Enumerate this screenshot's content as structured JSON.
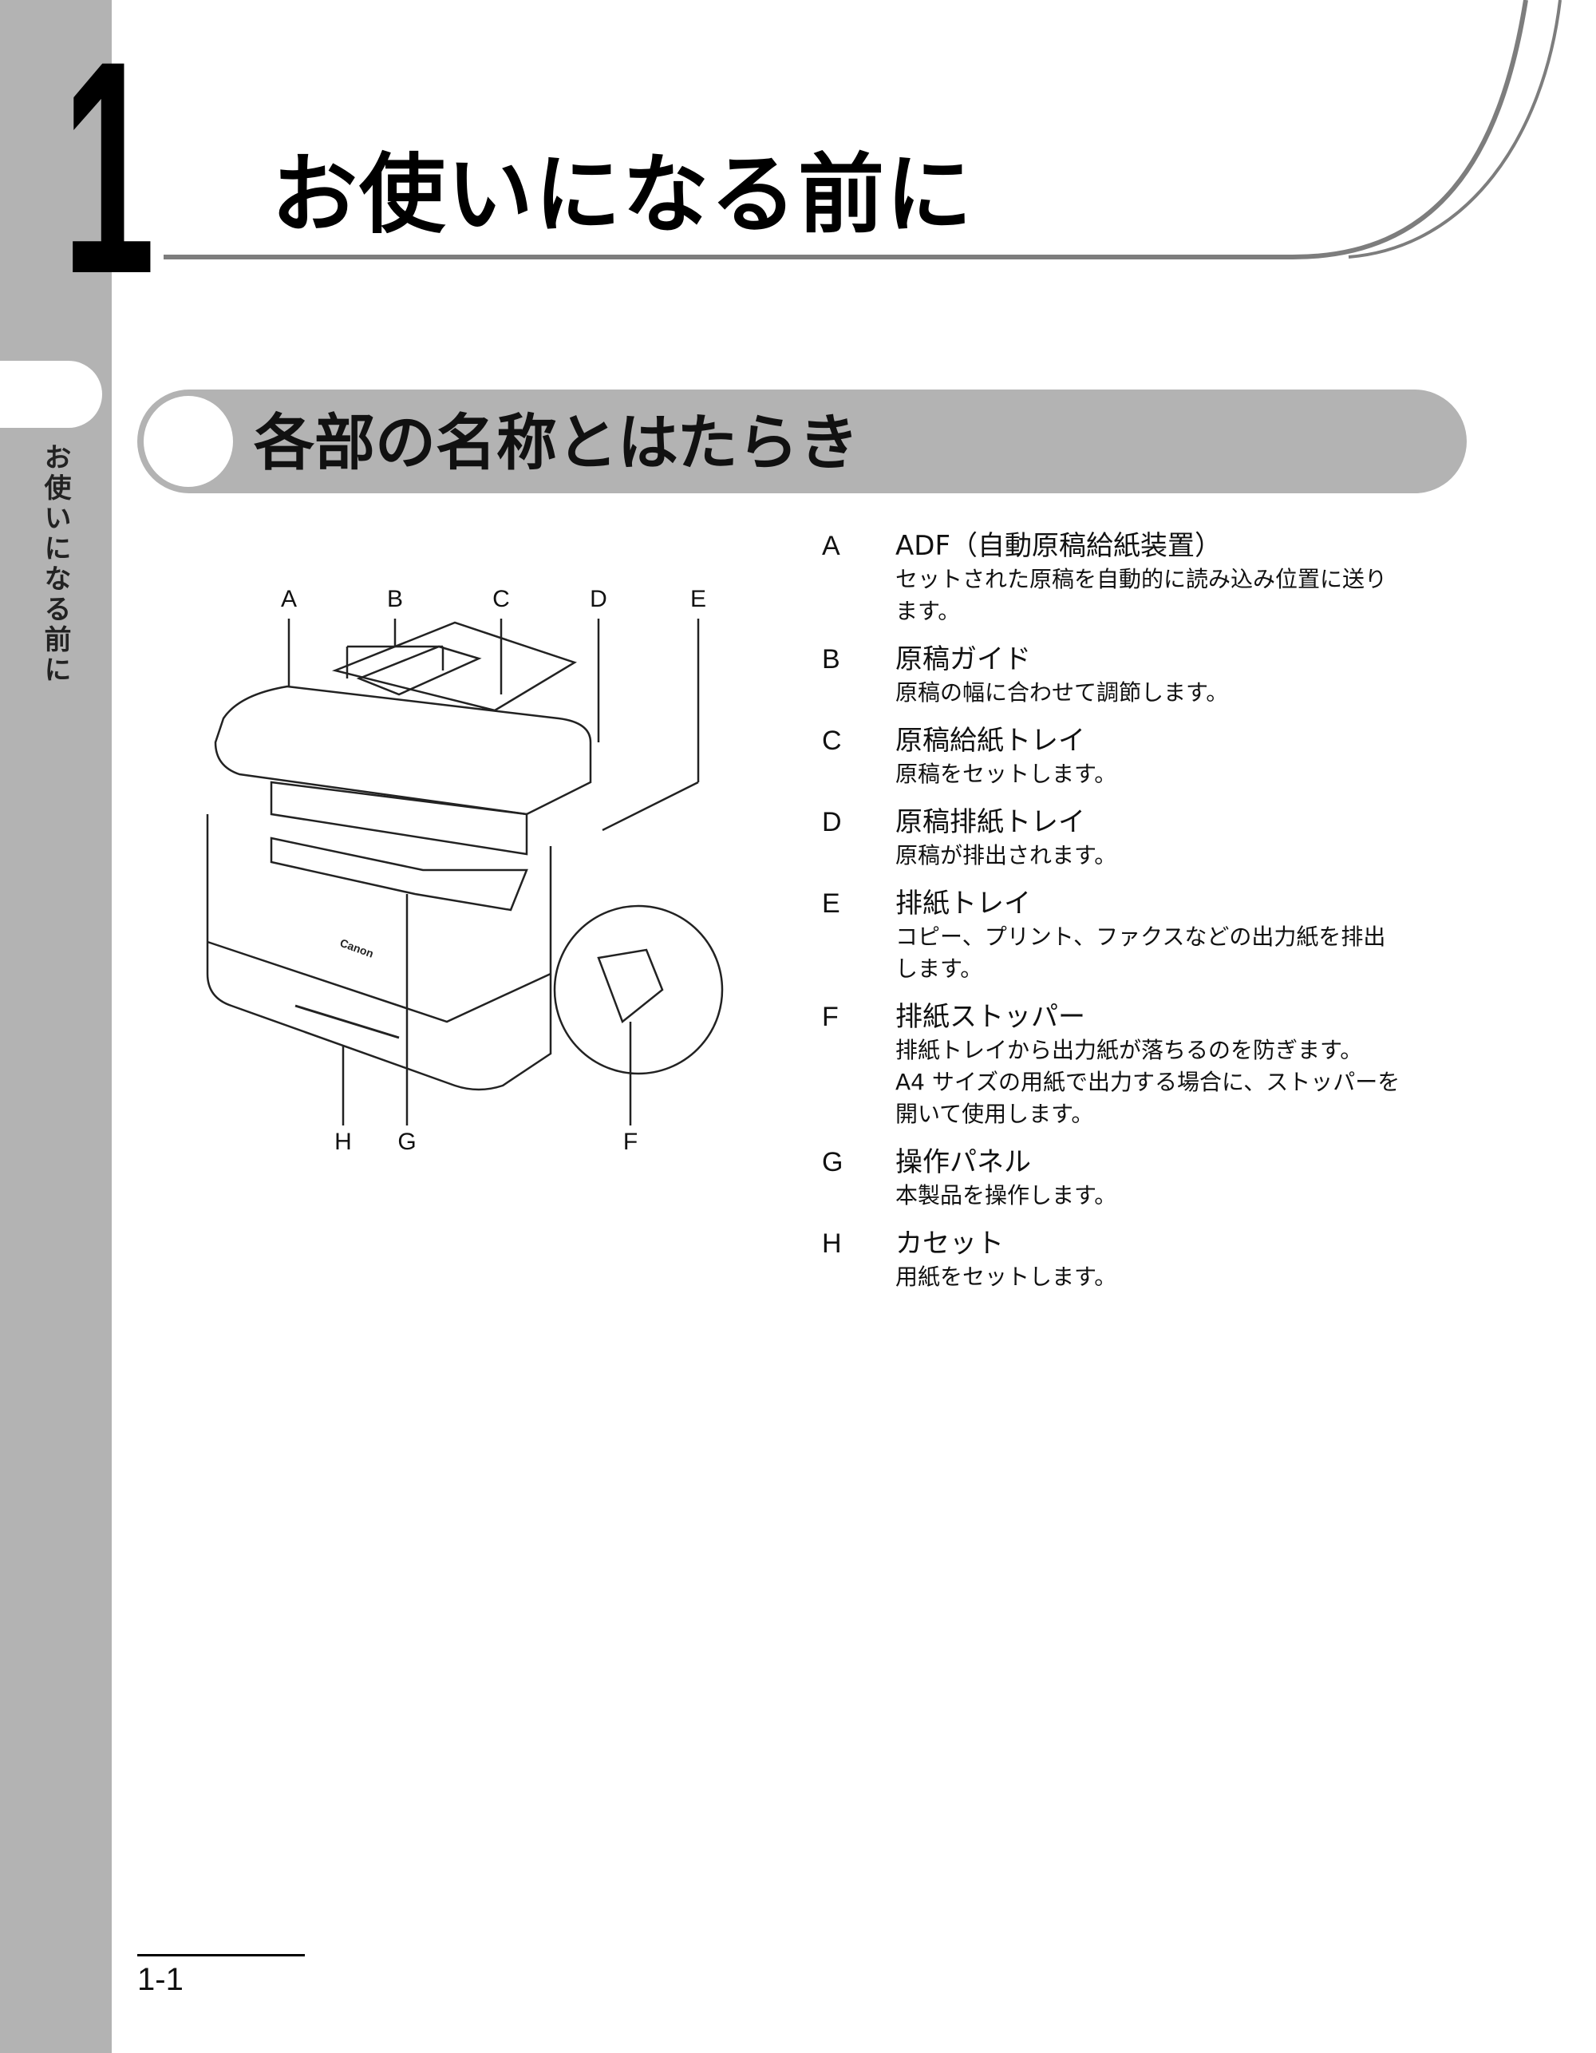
{
  "sidebar": {
    "label": "お使いになる前に"
  },
  "chapter": {
    "number": "1",
    "title": "お使いになる前に"
  },
  "section": {
    "title": "各部の名称とはたらき"
  },
  "figure": {
    "callouts_top": [
      "A",
      "B",
      "C",
      "D",
      "E"
    ],
    "callouts_bottom": [
      "H",
      "G",
      "F"
    ],
    "brand_mark": "Canon"
  },
  "parts": [
    {
      "letter": "A",
      "name": "ADF（自動原稿給紙装置）",
      "desc": [
        "セットされた原稿を自動的に読み込み位置に送り",
        "ます。"
      ]
    },
    {
      "letter": "B",
      "name": "原稿ガイド",
      "desc": [
        "原稿の幅に合わせて調節します。"
      ]
    },
    {
      "letter": "C",
      "name": "原稿給紙トレイ",
      "desc": [
        "原稿をセットします。"
      ]
    },
    {
      "letter": "D",
      "name": "原稿排紙トレイ",
      "desc": [
        "原稿が排出されます。"
      ]
    },
    {
      "letter": "E",
      "name": "排紙トレイ",
      "desc": [
        "コピー、プリント、ファクスなどの出力紙を排出",
        "します。"
      ]
    },
    {
      "letter": "F",
      "name": "排紙ストッパー",
      "desc": [
        "排紙トレイから出力紙が落ちるのを防ぎます。",
        "A4 サイズの用紙で出力する場合に、ストッパーを",
        "開いて使用します。"
      ]
    },
    {
      "letter": "G",
      "name": "操作パネル",
      "desc": [
        "本製品を操作します。"
      ]
    },
    {
      "letter": "H",
      "name": "カセット",
      "desc": [
        "用紙をセットします。"
      ]
    }
  ],
  "footer": {
    "page": "1-1"
  }
}
